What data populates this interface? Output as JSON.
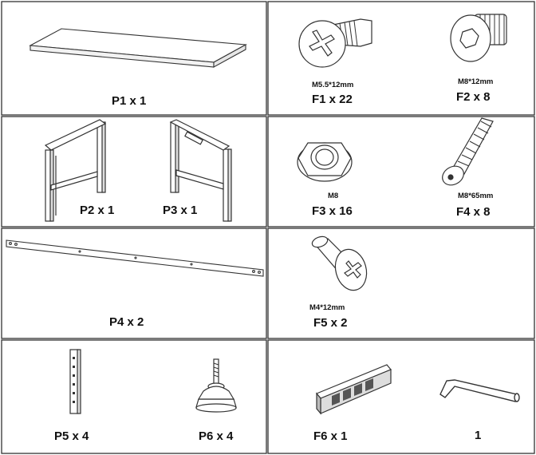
{
  "parts": {
    "p1": {
      "label": "P1 x 1"
    },
    "p2": {
      "label": "P2 x 1"
    },
    "p3": {
      "label": "P3 x 1"
    },
    "p4": {
      "label": "P4 x 2"
    },
    "p5": {
      "label": "P5 x 4"
    },
    "p6": {
      "label": "P6 x 4"
    },
    "f1": {
      "label": "F1 x 22",
      "spec": "M5.5*12mm"
    },
    "f2": {
      "label": "F2 x 8",
      "spec": "M8*12mm"
    },
    "f3": {
      "label": "F3 x 16",
      "spec": "M8"
    },
    "f4": {
      "label": "F4 x 8",
      "spec": "M8*65mm"
    },
    "f5": {
      "label": "F5 x 2",
      "spec": "M4*12mm"
    },
    "f6": {
      "label": "F6 x 1"
    },
    "wrench": {
      "label": "1"
    }
  }
}
